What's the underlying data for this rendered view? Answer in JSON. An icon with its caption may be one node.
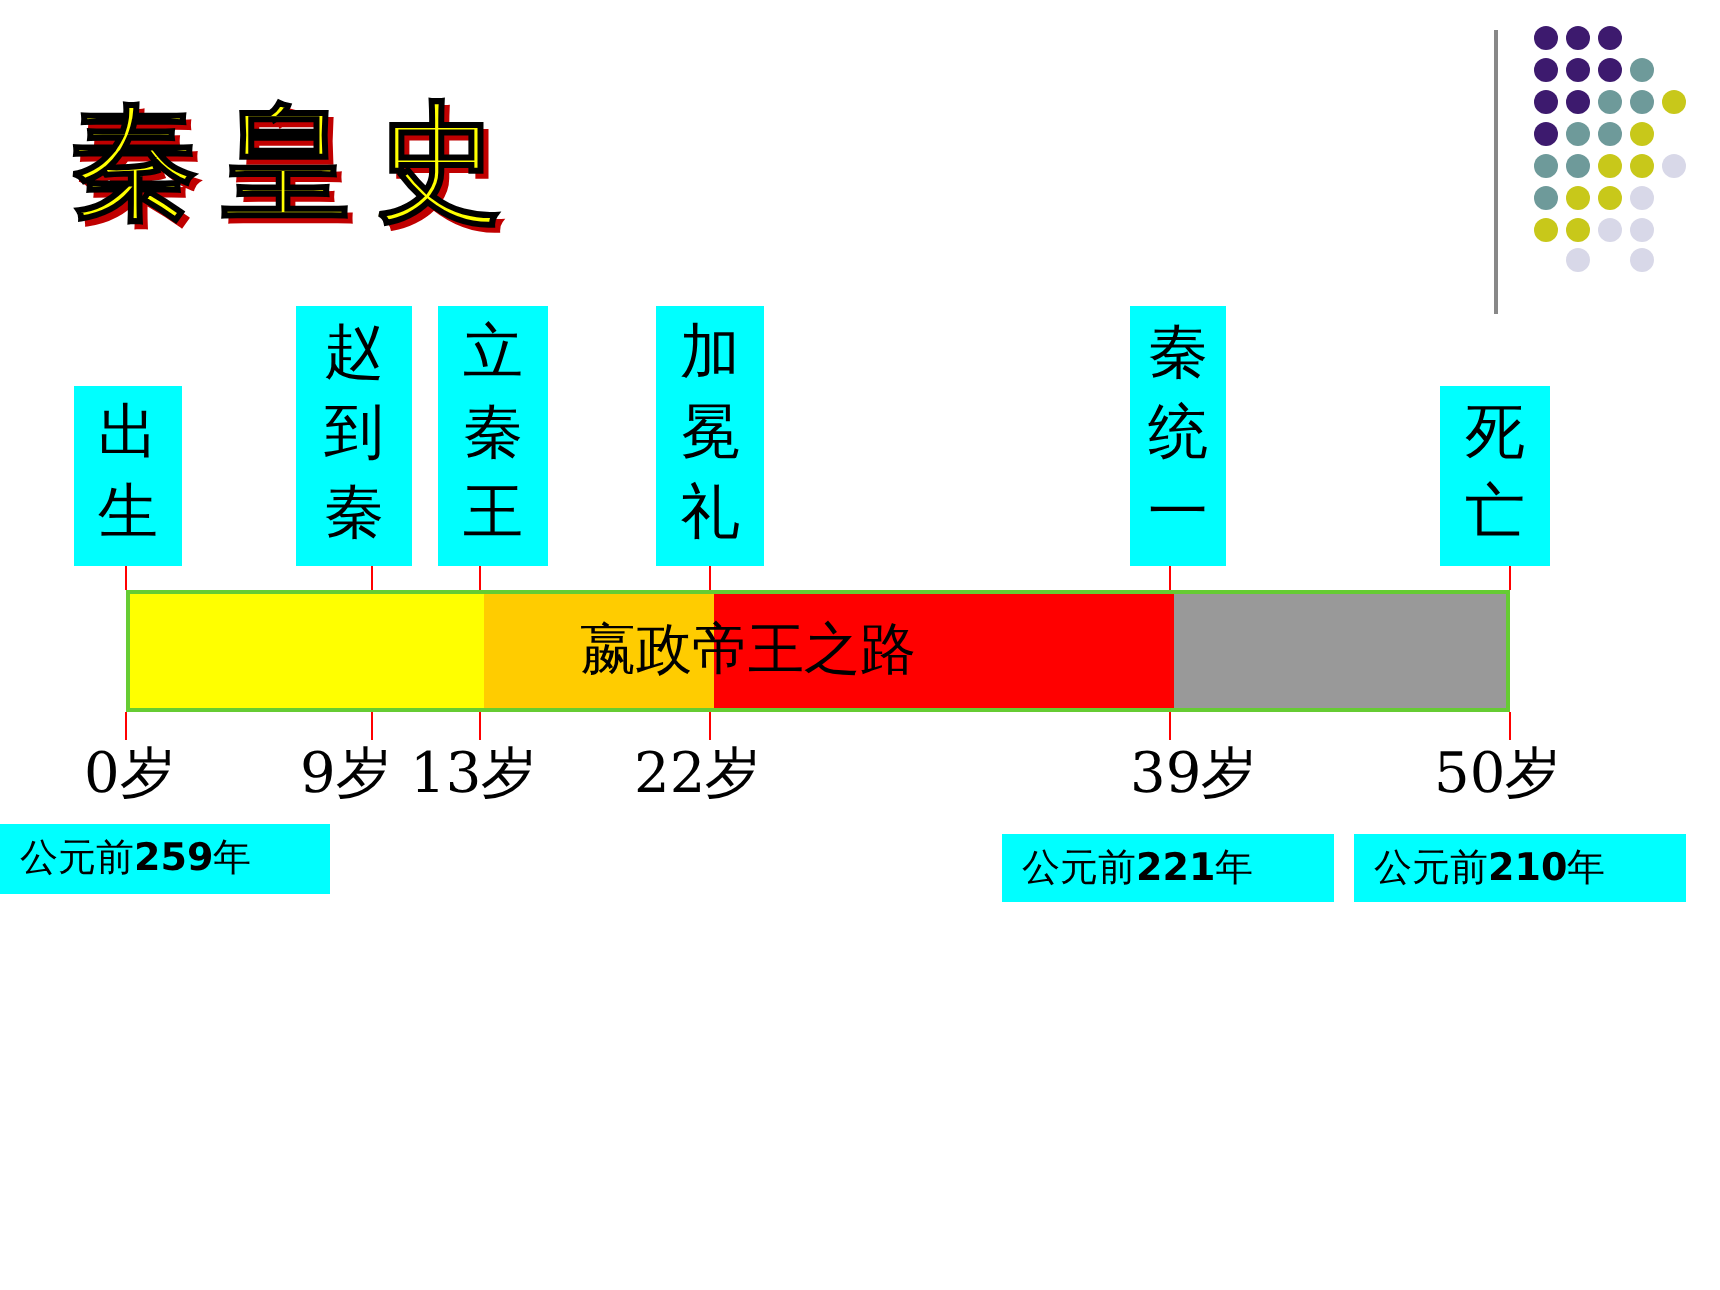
{
  "diagram": {
    "title": "秦皇史",
    "nodes": [
      {
        "text": [
          "嬴政帝王之路"
        ]
      },
      {
        "text": [
          "出生"
        ]
      },
      {
        "text": [
          "赵到秦"
        ]
      },
      {
        "text": [
          "立秦王"
        ]
      },
      {
        "text": [
          "加冕礼"
        ]
      },
      {
        "text": [
          "秦统一"
        ]
      },
      {
        "text": [
          "死亡"
        ]
      },
      {
        "text": [
          "0岁"
        ]
      },
      {
        "text": [
          "9岁"
        ]
      },
      {
        "text": [
          "13岁"
        ]
      },
      {
        "text": [
          "22岁"
        ]
      },
      {
        "text": [
          "39岁"
        ]
      },
      {
        "text": [
          "50岁"
        ]
      },
      {
        "text": [
          "公元前**259**年"
        ]
      },
      {
        "text": [
          "公元前**221**年"
        ]
      },
      {
        "text": [
          "公元前**210**年"
        ]
      }
    ],
    "edges": [
      {
        "from": 1,
        "to": 0,
        "arrow": "none",
        "color": "#ff0000"
      },
      {
        "from": 2,
        "to": 0,
        "arrow": "none",
        "color": "#ff0000"
      },
      {
        "from": 3,
        "to": 0,
        "arrow": "none",
        "color": "#ff0000"
      },
      {
        "from": 4,
        "to": 0,
        "arrow": "none",
        "color": "#ff0000"
      },
      {
        "from": 5,
        "to": 0,
        "arrow": "none",
        "color": "#ff0000"
      },
      {
        "from": 6,
        "to": 0,
        "arrow": "none",
        "color": "#ff0000"
      },
      {
        "from": 0,
        "to": 7,
        "arrow": "none",
        "color": "#ff0000"
      },
      {
        "from": 0,
        "to": 8,
        "arrow": "none",
        "color": "#ff0000"
      },
      {
        "from": 0,
        "to": 9,
        "arrow": "none",
        "color": "#ff0000"
      },
      {
        "from": 0,
        "to": 10,
        "arrow": "none",
        "color": "#ff0000"
      },
      {
        "from": 0,
        "to": 11,
        "arrow": "none",
        "color": "#ff0000"
      },
      {
        "from": 0,
        "to": 12,
        "arrow": "none",
        "color": "#ff0000"
      }
    ]
  }
}
